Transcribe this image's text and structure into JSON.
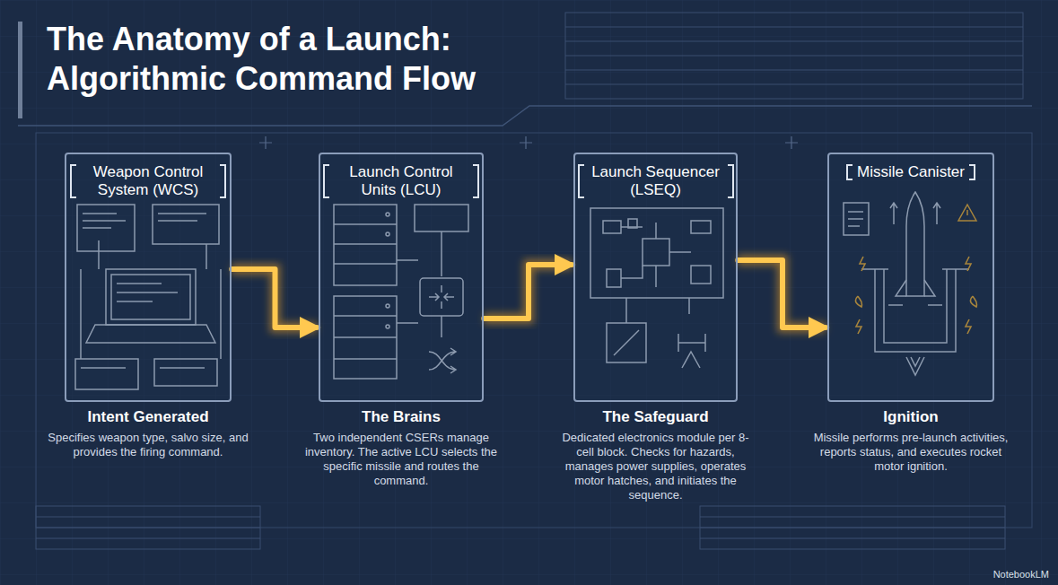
{
  "diagram": {
    "title": "The Anatomy of a Launch: Algorithmic Command Flow",
    "nodes": [
      {
        "text": [
          "Weapon Control System (WCS)",
          "Intent Generated",
          "Specifies weapon type, salvo size, and provides the firing command."
        ]
      },
      {
        "text": [
          "Launch Control Units (LCU)",
          "The Brains",
          "Two independent CSERs manage inventory. The active LCU selects the specific missile and routes the command."
        ]
      },
      {
        "text": [
          "Launch Sequencer (LSEQ)",
          "The Safeguard",
          "Dedicated electronics module per 8-cell block. Checks for hazards, manages power supplies, operates motor hatches, and initiates the sequence."
        ]
      },
      {
        "text": [
          "Missile Canister",
          "Ignition",
          "Missile performs pre-launch activities, reports status, and executes rocket motor ignition."
        ]
      }
    ],
    "edges": [
      {
        "from": 0,
        "to": 1,
        "arrow": "to"
      },
      {
        "from": 1,
        "to": 2,
        "arrow": "to"
      },
      {
        "from": 2,
        "to": 3,
        "arrow": "to"
      }
    ],
    "labels": [
      "NotebookLM"
    ]
  }
}
